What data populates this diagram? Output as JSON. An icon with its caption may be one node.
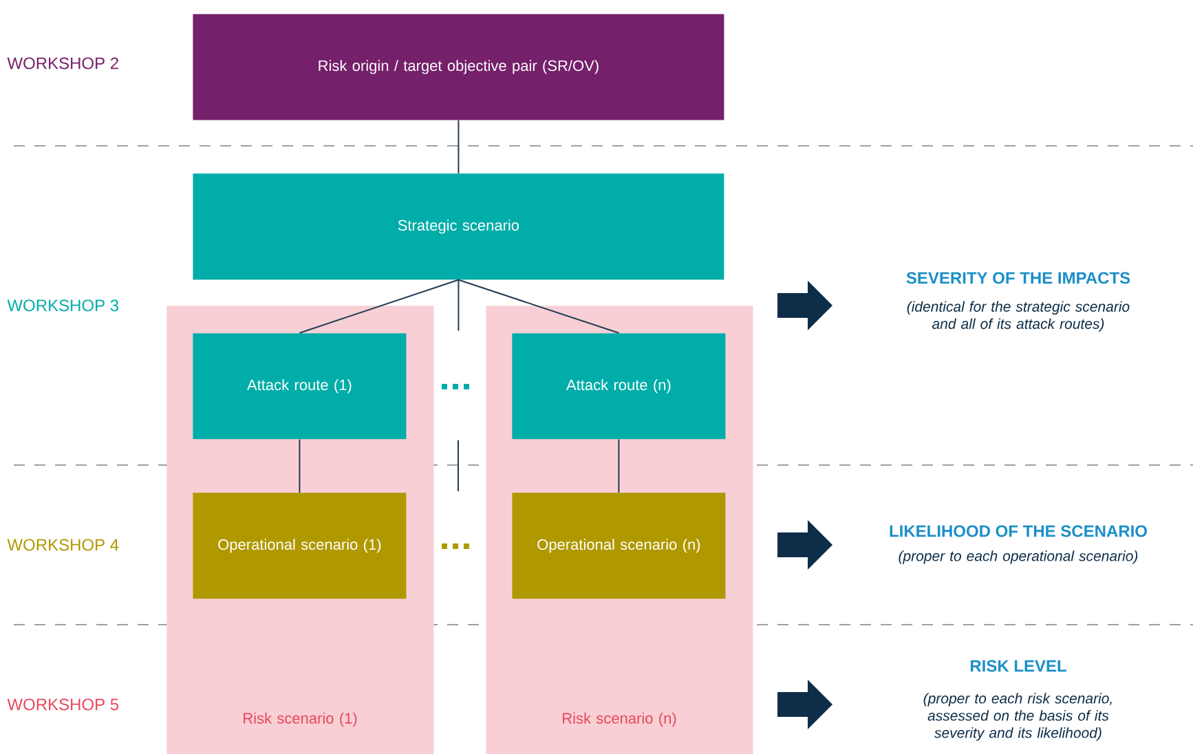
{
  "diagram": {
    "nodes": [
      {
        "text": [
          "Risk origin / target objective pair (SR/OV)"
        ]
      },
      {
        "text": [
          "Strategic scenario"
        ]
      },
      {
        "text": [
          "Risk scenario (1)"
        ]
      },
      {
        "text": [
          "Attack route (1)"
        ],
        "in": 2
      },
      {
        "text": [
          "Operational scenario (1)"
        ],
        "in": 2
      },
      {
        "text": [
          "Risk scenario (n)"
        ]
      },
      {
        "text": [
          "Attack route (n)"
        ],
        "in": 5
      },
      {
        "text": [
          "Operational scenario (n)"
        ],
        "in": 5
      }
    ],
    "edges": [
      {
        "from": 0,
        "to": 1,
        "arrow": "none"
      },
      {
        "from": 1,
        "to": 3,
        "arrow": "none"
      },
      {
        "from": 1,
        "to": null,
        "arrow": "none"
      },
      {
        "from": 1,
        "to": 6,
        "arrow": "none"
      },
      {
        "from": 3,
        "to": 4,
        "arrow": "none"
      },
      {
        "from": 6,
        "to": 7,
        "arrow": "none"
      }
    ],
    "labels": [
      "WORKSHOP 2",
      "WORKSHOP 3",
      "SEVERITY OF THE IMPACTS",
      "(identical for the strategic scenario and all of its attack routes)",
      "WORKSHOP 4",
      "LIKELIHOOD OF THE SCENARIO",
      "(proper to each operational scenario)",
      "WORKSHOP 5",
      "RISK LEVEL",
      "(proper to each risk scenario, assessed on the basis of its severity and its likelihood)"
    ]
  }
}
